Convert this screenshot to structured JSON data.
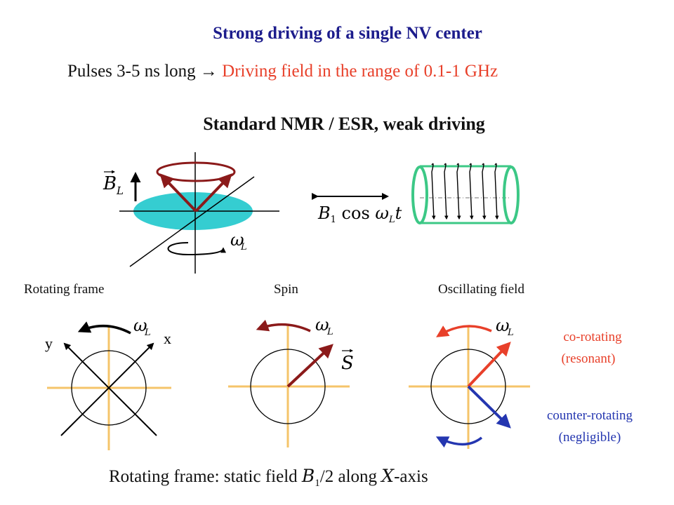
{
  "title": "Strong driving of a single NV center",
  "pulses": {
    "prefix": "Pulses 3-5 ns long → ",
    "highlight": "Driving field in the range of 0.1-1 GHz"
  },
  "subtitle": "Standard NMR / ESR, weak driving",
  "math": {
    "b_vector": "B",
    "b_subscript": "L",
    "omega": "ω",
    "omega_sub": "L",
    "field_expr_b": "B",
    "field_expr_sub1": "1",
    "field_expr_cos": " cos ",
    "field_expr_omega": "ω",
    "field_expr_sub2": "L",
    "field_expr_t": "t",
    "spin_symbol": "S"
  },
  "panels": {
    "rotating_frame": "Rotating frame",
    "spin": "Spin",
    "oscillating_field": "Oscillating field"
  },
  "axes": {
    "x": "x",
    "y": "y"
  },
  "co_rotating": {
    "line1": "co-rotating",
    "line2": "(resonant)"
  },
  "counter_rotating": {
    "line1": "counter-rotating",
    "line2": "(negligible)"
  },
  "bottom": {
    "prefix": "Rotating frame: static field ",
    "B": "B",
    "sub": "1",
    "mid": "/2 along  ",
    "X": "X",
    "suffix": "-axis"
  },
  "colors": {
    "title": "#1c1c8c",
    "red": "#e8402a",
    "blue": "#2436b0",
    "dark_red": "#8b1a1a",
    "teal": "#35cdd1",
    "orange_axis": "#f5c46a",
    "coil_green": "#3cc886"
  }
}
